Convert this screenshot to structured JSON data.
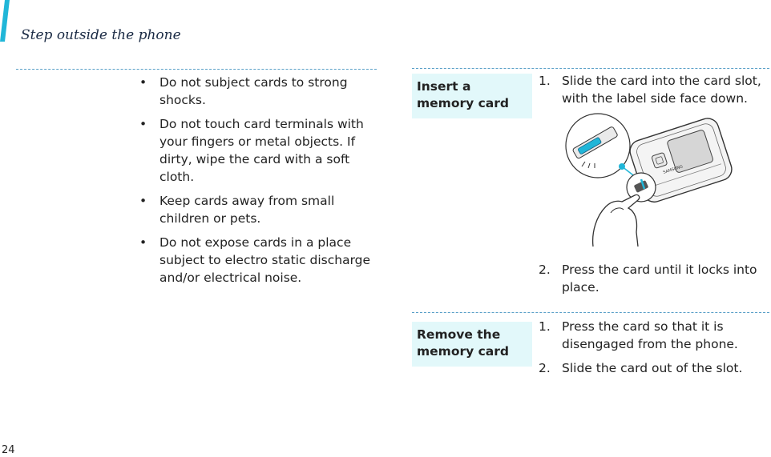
{
  "header": {
    "title": "Step outside the phone",
    "accent_color": "#20b6d8"
  },
  "left_bullets": [
    "Do not subject cards to strong shocks.",
    "Do not touch card terminals with your fingers or metal objects. If dirty, wipe the card with a soft cloth.",
    "Keep cards away from small children or pets.",
    "Do not expose cards in a place subject to electro static discharge and/or electrical noise."
  ],
  "bullet_symbol": "•",
  "insert_section": {
    "label": "Insert a memory card",
    "steps": [
      {
        "num": "1.",
        "text": "Slide the card into the card slot, with the label side face down."
      },
      {
        "num": "2.",
        "text": "Press the card until it locks into place."
      }
    ]
  },
  "illustration": {
    "icon": "phone-memory-card-insert-illustration",
    "brand": "SAMSUNG"
  },
  "remove_section": {
    "label": "Remove the memory card",
    "steps": [
      {
        "num": "1.",
        "text": "Press the card so that it is disengaged from the phone."
      },
      {
        "num": "2.",
        "text": "Slide the card out of the slot."
      }
    ]
  },
  "page_number": "24",
  "colors": {
    "label_bg": "#e2f8fa",
    "dash": "#5aa0c8"
  }
}
